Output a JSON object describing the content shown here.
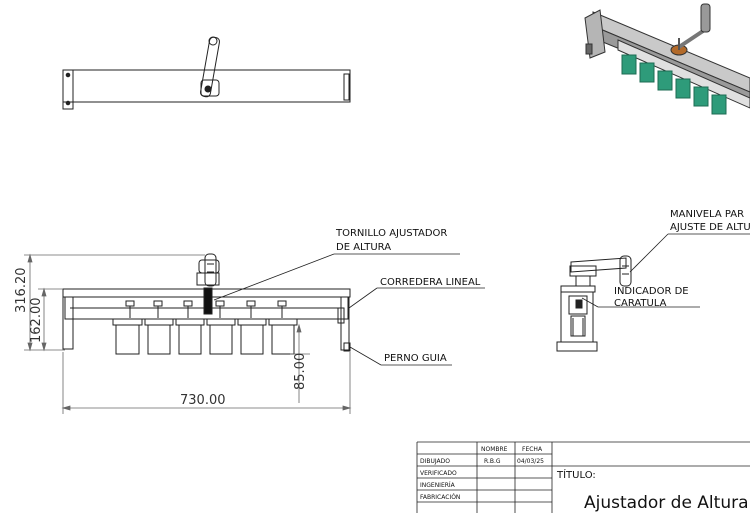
{
  "callouts": {
    "tornillo_line1": "TORNILLO AJUSTADOR",
    "tornillo_line2": "DE ALTURA",
    "corredera": "CORREDERA LINEAL",
    "perno": "PERNO GUIA",
    "manivela_line1": "MANIVELA PAR",
    "manivela_line2": "AJUSTE DE ALTU",
    "indicador_line1": "INDICADOR DE",
    "indicador_line2": "CARATULA"
  },
  "dimensions": {
    "total_height": "316.20",
    "rail_height": "162.00",
    "bottom_height": "85.00",
    "width": "730.00"
  },
  "title_block": {
    "col_nombre": "NOMBRE",
    "col_fecha": "FECHA",
    "rows": [
      {
        "label": "DIBUJADO",
        "nombre": "R.B.G",
        "fecha": "04/03/25"
      },
      {
        "label": "VERIFICADO",
        "nombre": "",
        "fecha": ""
      },
      {
        "label": "INGENIERÍA",
        "nombre": "",
        "fecha": ""
      },
      {
        "label": "FABRICACIÓN",
        "nombre": "",
        "fecha": ""
      }
    ],
    "titulo_label": "TÍTULO:",
    "titulo": "Ajustador de Altura"
  },
  "colors": {
    "line": "#222222",
    "dim": "#666666",
    "part_green": "#2e9b7a"
  }
}
